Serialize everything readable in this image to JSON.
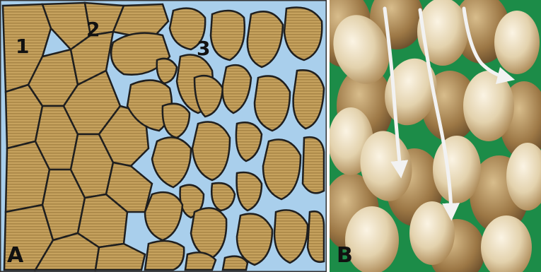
{
  "panel_a": {
    "letter": "A",
    "grain_labels": [
      "1",
      "2",
      "3"
    ],
    "colors": {
      "grain": "#c6a25e",
      "pore": "#a9cfec",
      "outline": "#1f1f1f"
    }
  },
  "panel_b": {
    "letter": "B",
    "colors": {
      "pore_fluid": "#1c8c48",
      "grain_light": "#e9dcc0",
      "grain_dark": "#8a6a3e",
      "flow_arrow": "#f2f2f2"
    },
    "icons": [
      "flow-arrow-icon"
    ]
  }
}
